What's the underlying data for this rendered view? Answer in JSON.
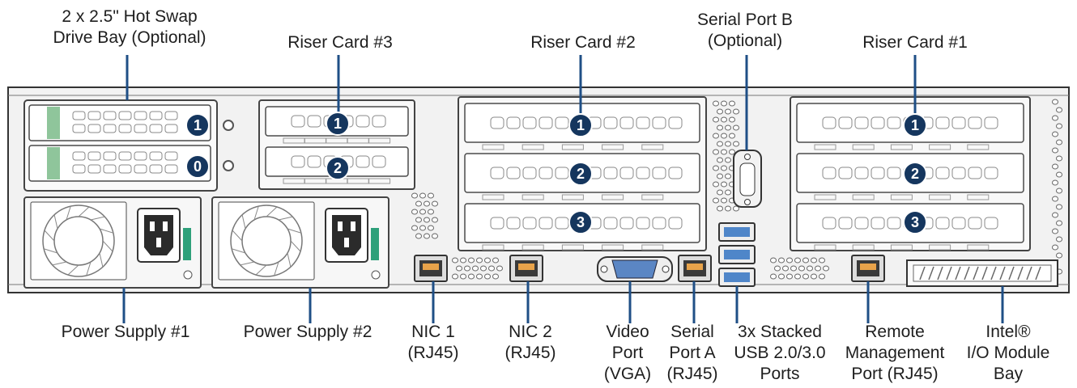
{
  "labels": {
    "drive_bay": [
      "2 x 2.5\" Hot Swap",
      "Drive Bay (Optional)"
    ],
    "riser3": [
      "Riser Card #3"
    ],
    "riser2": [
      "Riser Card #2"
    ],
    "serial_b": [
      "Serial Port B",
      "(Optional)"
    ],
    "riser1": [
      "Riser Card #1"
    ],
    "psu1": [
      "Power Supply #1"
    ],
    "psu2": [
      "Power Supply #2"
    ],
    "nic1": [
      "NIC 1",
      "(RJ45)"
    ],
    "nic2": [
      "NIC 2",
      "(RJ45)"
    ],
    "video": [
      "Video",
      "Port",
      "(VGA)"
    ],
    "serial_a": [
      "Serial",
      "Port A",
      "(RJ45)"
    ],
    "usb": [
      "3x Stacked",
      "USB 2.0/3.0",
      "Ports"
    ],
    "remote": [
      "Remote",
      "Management",
      "Port (RJ45)"
    ],
    "iomodule": [
      "Intel®",
      "I/O Module",
      "Bay"
    ]
  },
  "slot_numbers": {
    "drive_bay": [
      "1",
      "0"
    ],
    "riser3": [
      "1",
      "2"
    ],
    "riser2": [
      "1",
      "2",
      "3"
    ],
    "riser1": [
      "1",
      "2",
      "3"
    ]
  },
  "colors": {
    "callout": "#1f4f86",
    "badge": "#15365e",
    "outline": "#4a4a4a",
    "chassis": "#f2f2f2",
    "drive_tab": "#8fc59b",
    "power_latch": "#2ea07a",
    "port_amber": "#e8a34a"
  }
}
